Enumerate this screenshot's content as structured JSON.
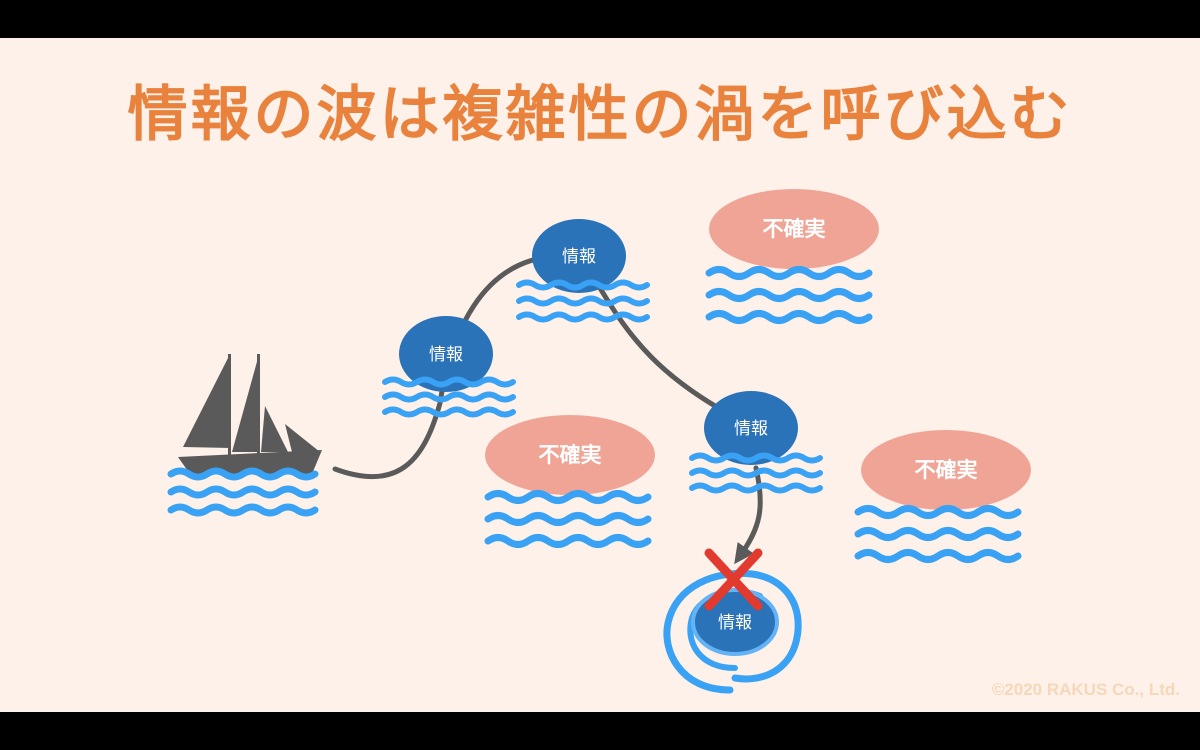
{
  "title": "情報の波は複雑性の渦を呼び込む",
  "nodes": {
    "info_label": "情報",
    "uncertain_label": "不確実"
  },
  "copyright": "©2020 RAKUS Co., Ltd.",
  "colors": {
    "background": "#fdf1e9",
    "title": "#e8823d",
    "info_node": "#2b73b8",
    "uncertain_node": "#f0a496",
    "wave": "#3aa2f5",
    "path": "#5a5a5a",
    "cross": "#e23a2e",
    "ship": "#5a5a5a"
  }
}
